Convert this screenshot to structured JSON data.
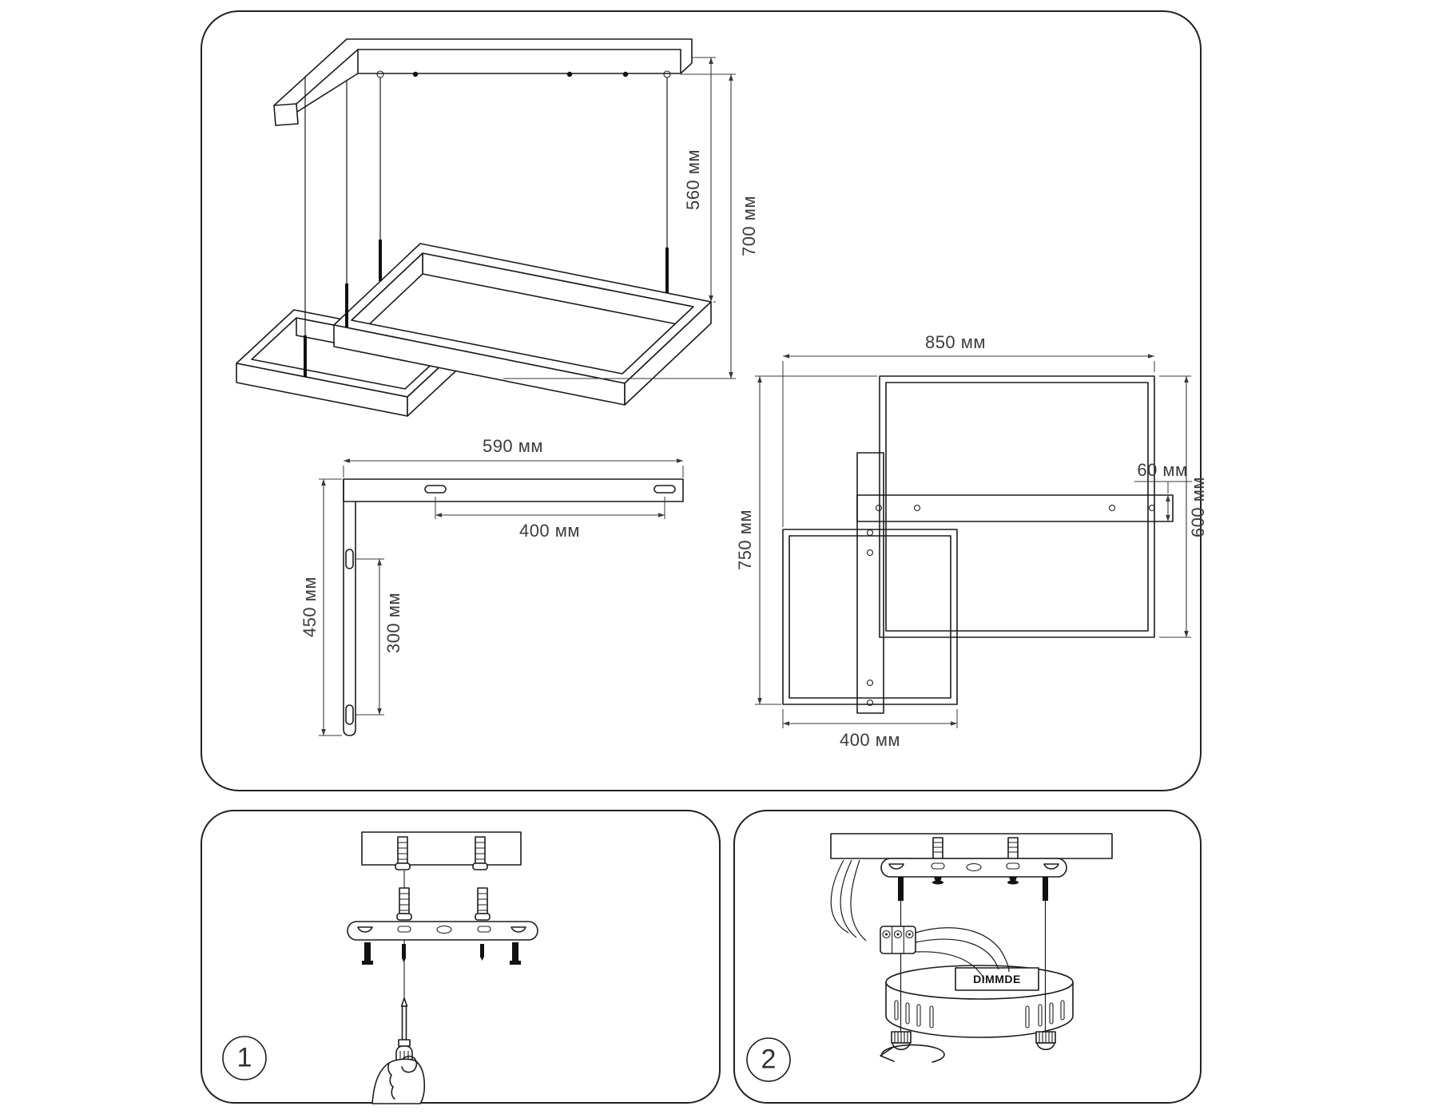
{
  "sheet": {
    "background": "#ffffff",
    "line_color": "#1c1c1c",
    "panel_count": 3
  },
  "dims": {
    "iso_drop": "560 мм",
    "iso_total": "700 мм",
    "bracket_width": "590 мм",
    "bracket_slot_span": "400 мм",
    "bracket_height": "450 мм",
    "bracket_slot_span_v": "300 мм",
    "plan_width": "850 мм",
    "plan_bar_thickness": "60 мм",
    "plan_big_square_height": "600 мм",
    "plan_total_height": "750 мм",
    "plan_small_square_width": "400 мм"
  },
  "steps": [
    {
      "number": "1"
    },
    {
      "number": "2"
    }
  ],
  "driver": {
    "label": "DIMMDE"
  }
}
